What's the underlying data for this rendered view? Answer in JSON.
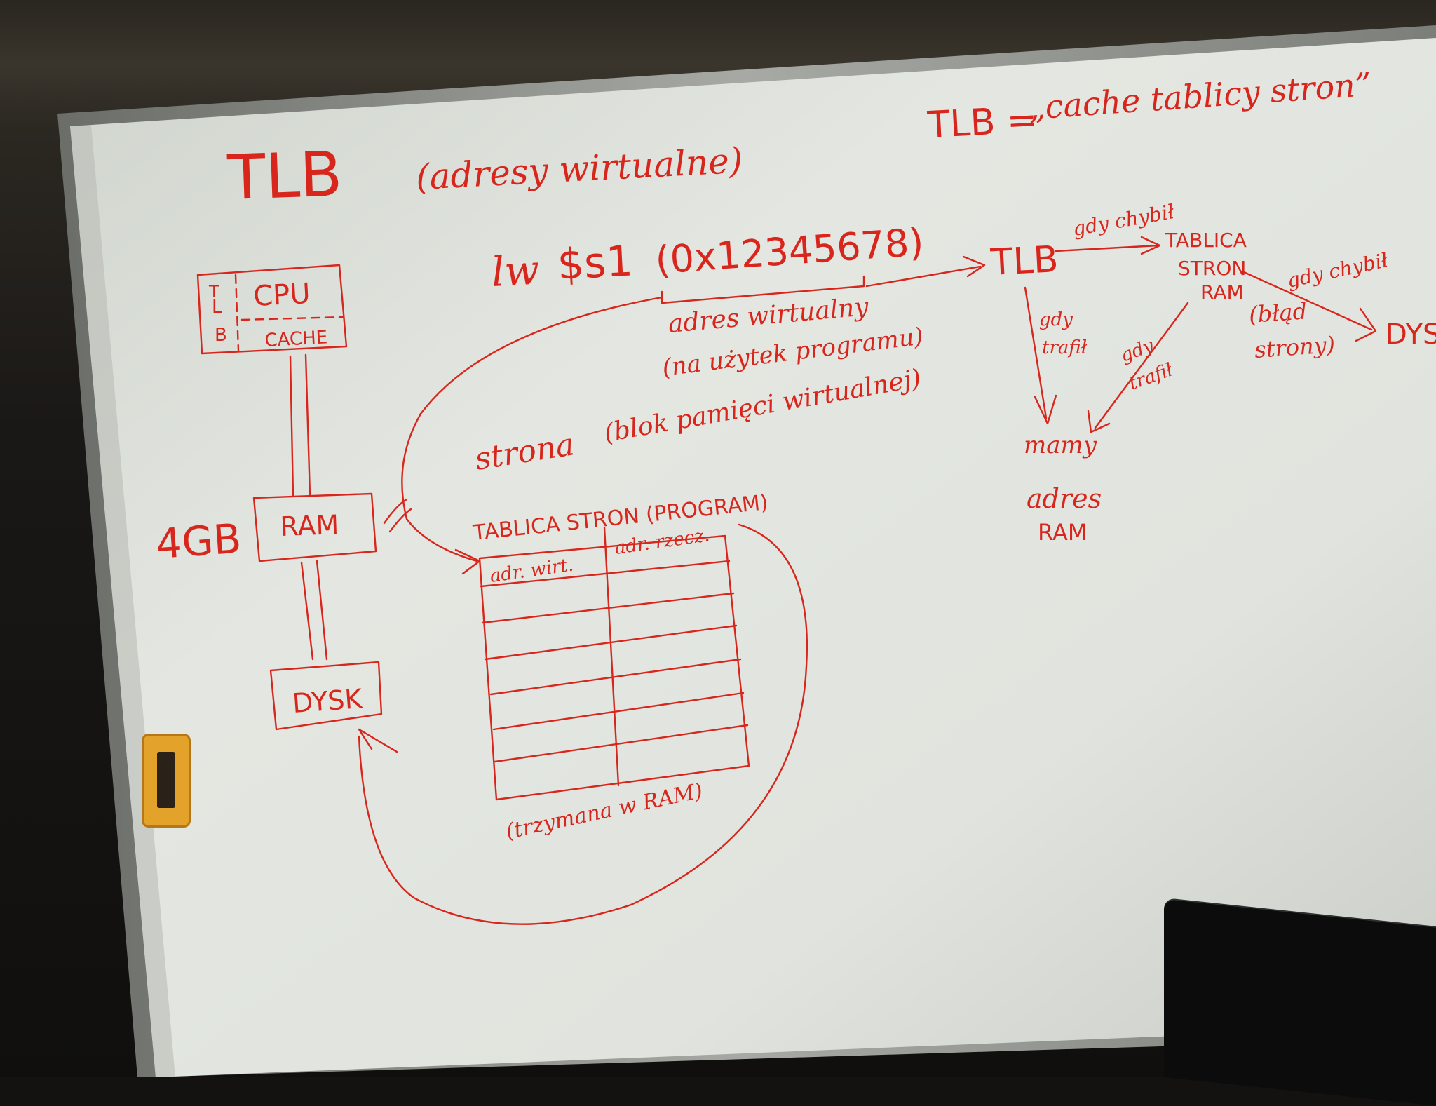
{
  "colors": {
    "ink": "#d8261d",
    "board": "#dfe3de",
    "frame": "#9a9c97",
    "eraser": "#e3a22a"
  },
  "title": {
    "tlb": "TLB",
    "paren": "(adresy wirtualne)"
  },
  "definition": {
    "lhs": "TLB =",
    "rhs": "„cache tablicy stron”"
  },
  "instruction": {
    "op": "lw",
    "reg": "$s1",
    "addr": "(0x12345678)"
  },
  "address_notes": {
    "line1": "adres wirtualny",
    "line2": "(na użytek programu)"
  },
  "page_block": {
    "note": "(blok pamięci wirtualnej)",
    "term": "strona"
  },
  "hardware": {
    "cpu": "CPU",
    "cache": "CACHE",
    "tlb_letters": [
      "T",
      "L",
      "B"
    ],
    "ram": "RAM",
    "ram_size": "4GB",
    "disk": "DYSK"
  },
  "page_table": {
    "title": "TABLICA STRON (PROGRAM)",
    "col1": "adr. wirt.",
    "col2": "adr. rzecz.",
    "note": "(trzymana w RAM)"
  },
  "flow": {
    "tlb": "TLB",
    "miss1": "gdy chybił",
    "page_table": [
      "TABLICA",
      "STRON",
      "RAM"
    ],
    "miss2": "gdy chybił",
    "fault": [
      "(błąd",
      "strony)"
    ],
    "disk": "DYSK",
    "hit1": [
      "gdy",
      "trafił"
    ],
    "hit2": [
      "gdy",
      "trafił"
    ],
    "result": [
      "mamy",
      "adres",
      "RAM"
    ]
  }
}
